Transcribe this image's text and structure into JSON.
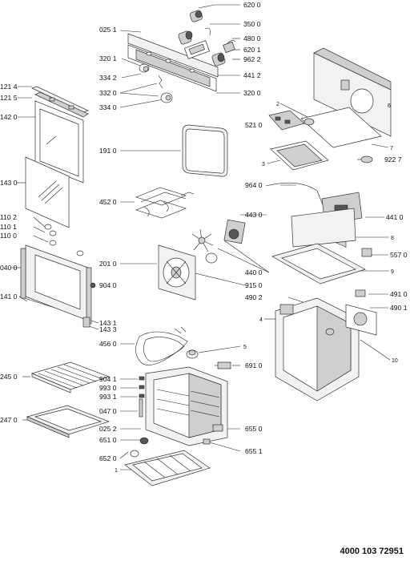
{
  "document_code": "4000 103 72951",
  "labels": {
    "l6200": "620 0",
    "l3500": "350 0",
    "l0251a": "025 1",
    "l4800": "480 0",
    "l6201": "620 1",
    "l9622": "962 2",
    "l3201": "320 1",
    "l4412": "441 2",
    "l3342": "334 2",
    "l3320": "332 0",
    "l3200": "320 0",
    "l3340": "334 0",
    "l1214": "121 4",
    "l1215": "121 5",
    "l1420": "142 0",
    "l2": "2",
    "l6": "6",
    "l5210": "521 0",
    "l1910": "191 0",
    "l7": "7",
    "l3": "3",
    "l9227": "922 7",
    "l1430": "143 0",
    "l9640": "964 0",
    "l4520": "452 0",
    "l4410": "441 0",
    "l4430": "443 0",
    "l1102": "110 2",
    "l1101": "110 1",
    "l1100": "110 0",
    "l8": "8",
    "l5570": "557 0",
    "l0400": "040 0",
    "l2010": "201 0",
    "l4400": "440 0",
    "l9": "9",
    "l9040a": "904 0",
    "l9150": "915 0",
    "l4910": "491 0",
    "l1410": "141 0",
    "l4902": "490 2",
    "l4901": "490 1",
    "l1431": "143 1",
    "l1433": "143 3",
    "l4": "4",
    "l4560": "456 0",
    "l5": "5",
    "l10": "10",
    "l6910": "691 0",
    "l2450": "245 0",
    "l9041": "904 1",
    "l9930": "993 0",
    "l9931": "993 1",
    "l0470": "047 0",
    "l2470": "247 0",
    "l0252": "025 2",
    "l6550": "655 0",
    "l6510": "651 0",
    "l6551": "655 1",
    "l6520": "652 0",
    "l1": "1"
  }
}
